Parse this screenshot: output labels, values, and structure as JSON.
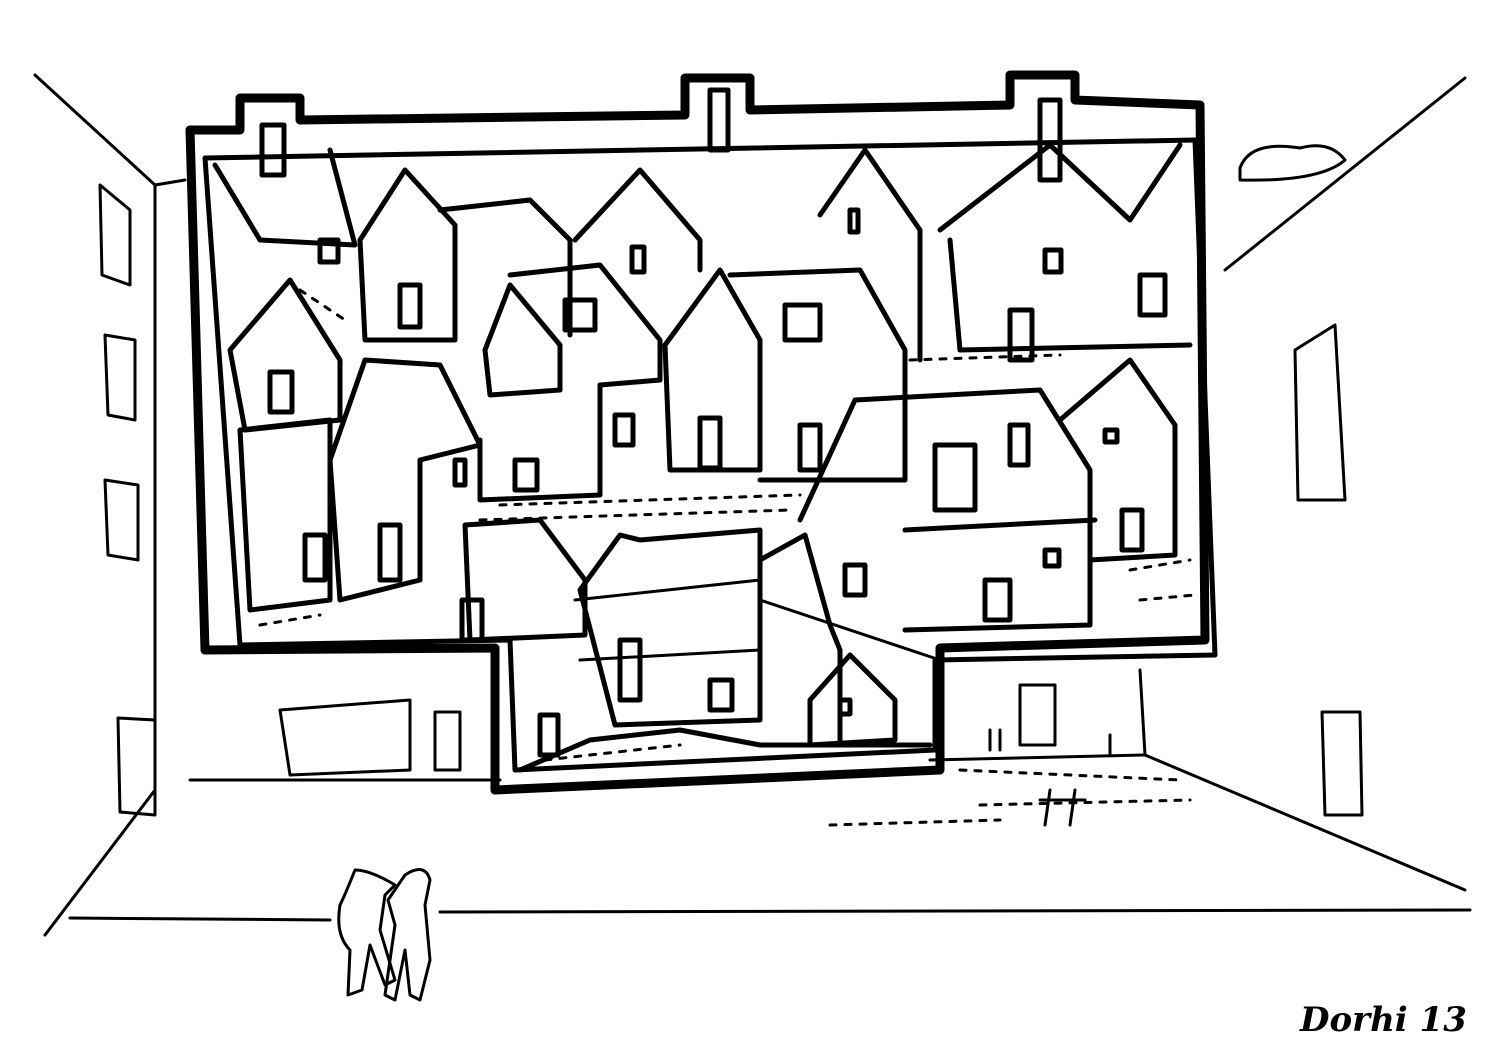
{
  "artwork": {
    "type": "ink sketch",
    "subject": "courtyard facade with a large mural of clustered houses, people in the foreground",
    "colors": {
      "ink": "#000000",
      "paper": "#ffffff"
    }
  },
  "signature": {
    "text": "Dorhi 13"
  }
}
